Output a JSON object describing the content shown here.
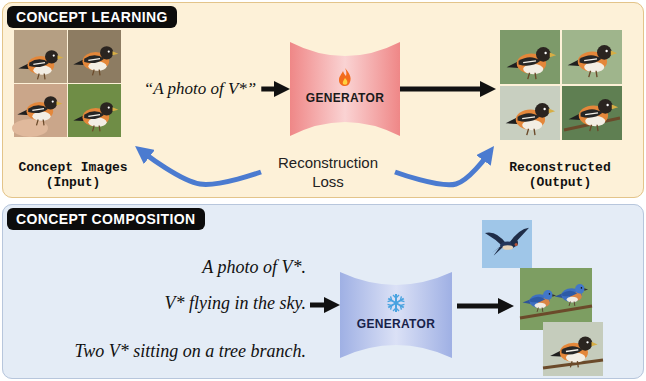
{
  "diagram": {
    "nodes": [
      {
        "text": [
          "CONCEPT LEARNING"
        ]
      },
      {
        "text": [
          "Concept Images (Input)"
        ],
        "in": 0
      },
      {
        "text": [
          "“A photo of V*”"
        ],
        "in": 0
      },
      {
        "text": [
          "GENERATOR"
        ],
        "in": 0
      },
      {
        "text": [
          "Reconstructed (Output)"
        ],
        "in": 0
      },
      {
        "text": [
          "Reconstruction Loss"
        ],
        "in": 0
      },
      {
        "text": [
          "CONCEPT COMPOSITION"
        ]
      },
      {
        "text": [
          "A photo of V*.",
          "V* flying in the sky.",
          "Two V* sitting on a tree branch."
        ],
        "in": 6
      },
      {
        "text": [
          "GENERATOR"
        ],
        "in": 6
      }
    ],
    "edges": [
      {
        "from": 2,
        "to": 3,
        "arrow": "to"
      },
      {
        "from": 3,
        "to": 4,
        "arrow": "to"
      },
      {
        "from": 5,
        "to": 1,
        "arrow": "to"
      },
      {
        "from": 5,
        "to": 4,
        "arrow": "to"
      },
      {
        "from": 7,
        "to": 8,
        "arrow": "to"
      }
    ]
  }
}
